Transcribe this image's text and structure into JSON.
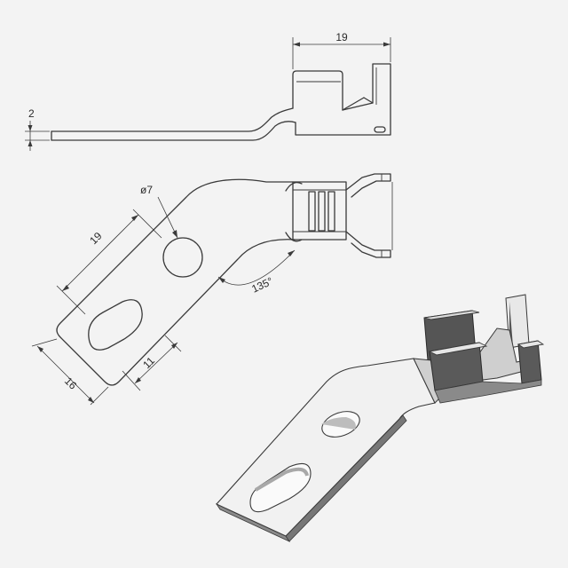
{
  "drawing": {
    "side_view": {
      "width_dimension": "19",
      "thickness_dimension": "2"
    },
    "top_view": {
      "hole_diameter": "ø7",
      "length_dimension": "19",
      "width_dimension": "16",
      "slot_offset_dimension": "11",
      "bend_angle": "135°"
    },
    "colors": {
      "background": "#f3f3f3",
      "line": "#3a3a3a",
      "metal_light": "#f0f0f0",
      "metal_dark": "#5a5a5a"
    }
  }
}
